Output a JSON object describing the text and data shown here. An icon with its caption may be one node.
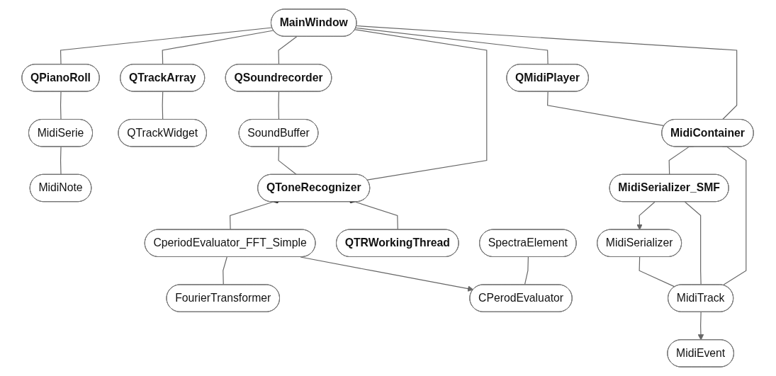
{
  "diagram": {
    "nodes": [
      {
        "text": [
          "MainWindow"
        ]
      },
      {
        "text": [
          "QPianoRoll"
        ]
      },
      {
        "text": [
          "QSoundrecorder"
        ]
      },
      {
        "text": [
          "QMidiPlayer"
        ]
      },
      {
        "text": [
          "MidiContainer"
        ]
      },
      {
        "text": [
          "MidiSerie"
        ]
      },
      {
        "text": [
          "SoundBuffer"
        ]
      },
      {
        "text": [
          "QToneRecognizer"
        ]
      },
      {
        "text": [
          "MidiSerializer_SMF"
        ]
      },
      {
        "text": [
          "MidiNote"
        ]
      },
      {
        "text": [
          "CperiodEvaluator_FFT_Simple"
        ]
      },
      {
        "text": [
          "MidiSerializer"
        ]
      },
      {
        "text": [
          "CPerodEvaluator"
        ]
      },
      {
        "text": [
          "QTrackArray"
        ]
      },
      {
        "text": [
          "FourierTransformer"
        ]
      },
      {
        "text": [
          "SpectraElement"
        ]
      },
      {
        "text": [
          "MidiTrack"
        ]
      },
      {
        "text": [
          "QTrackWidget"
        ]
      },
      {
        "text": [
          "QTRWorkingThread"
        ]
      },
      {
        "text": [
          "MidiEvent"
        ]
      }
    ],
    "edges": [
      {
        "from": 0,
        "to": 1,
        "arrow": "other"
      },
      {
        "from": 0,
        "to": 13,
        "arrow": "other"
      },
      {
        "from": 0,
        "to": 2,
        "arrow": "other"
      },
      {
        "from": 0,
        "to": 7,
        "arrow": "other"
      },
      {
        "from": 0,
        "to": 3,
        "arrow": "other"
      },
      {
        "from": 0,
        "to": 4,
        "arrow": "other"
      },
      {
        "from": 3,
        "to": 4,
        "arrow": "other"
      },
      {
        "from": 1,
        "to": 5,
        "arrow": "other"
      },
      {
        "from": 5,
        "to": 9,
        "arrow": "other"
      },
      {
        "from": 2,
        "to": 6,
        "arrow": "other"
      },
      {
        "from": 6,
        "to": 7,
        "arrow": "other"
      },
      {
        "from": 7,
        "to": 10,
        "arrow": "other"
      },
      {
        "from": 10,
        "to": 14,
        "arrow": "other"
      },
      {
        "from": 10,
        "to": 12,
        "arrow": "to"
      },
      {
        "from": 15,
        "to": 12,
        "arrow": "other"
      },
      {
        "from": 7,
        "to": 18,
        "arrow": "other"
      },
      {
        "from": 13,
        "to": 17,
        "arrow": "other"
      },
      {
        "from": 4,
        "to": 8,
        "arrow": "other"
      },
      {
        "from": 8,
        "to": 11,
        "arrow": "to"
      },
      {
        "from": 4,
        "to": 16,
        "arrow": "other"
      },
      {
        "from": 8,
        "to": 16,
        "arrow": "other"
      },
      {
        "from": 11,
        "to": 16,
        "arrow": "other"
      },
      {
        "from": 16,
        "to": 19,
        "arrow": "to"
      }
    ]
  }
}
